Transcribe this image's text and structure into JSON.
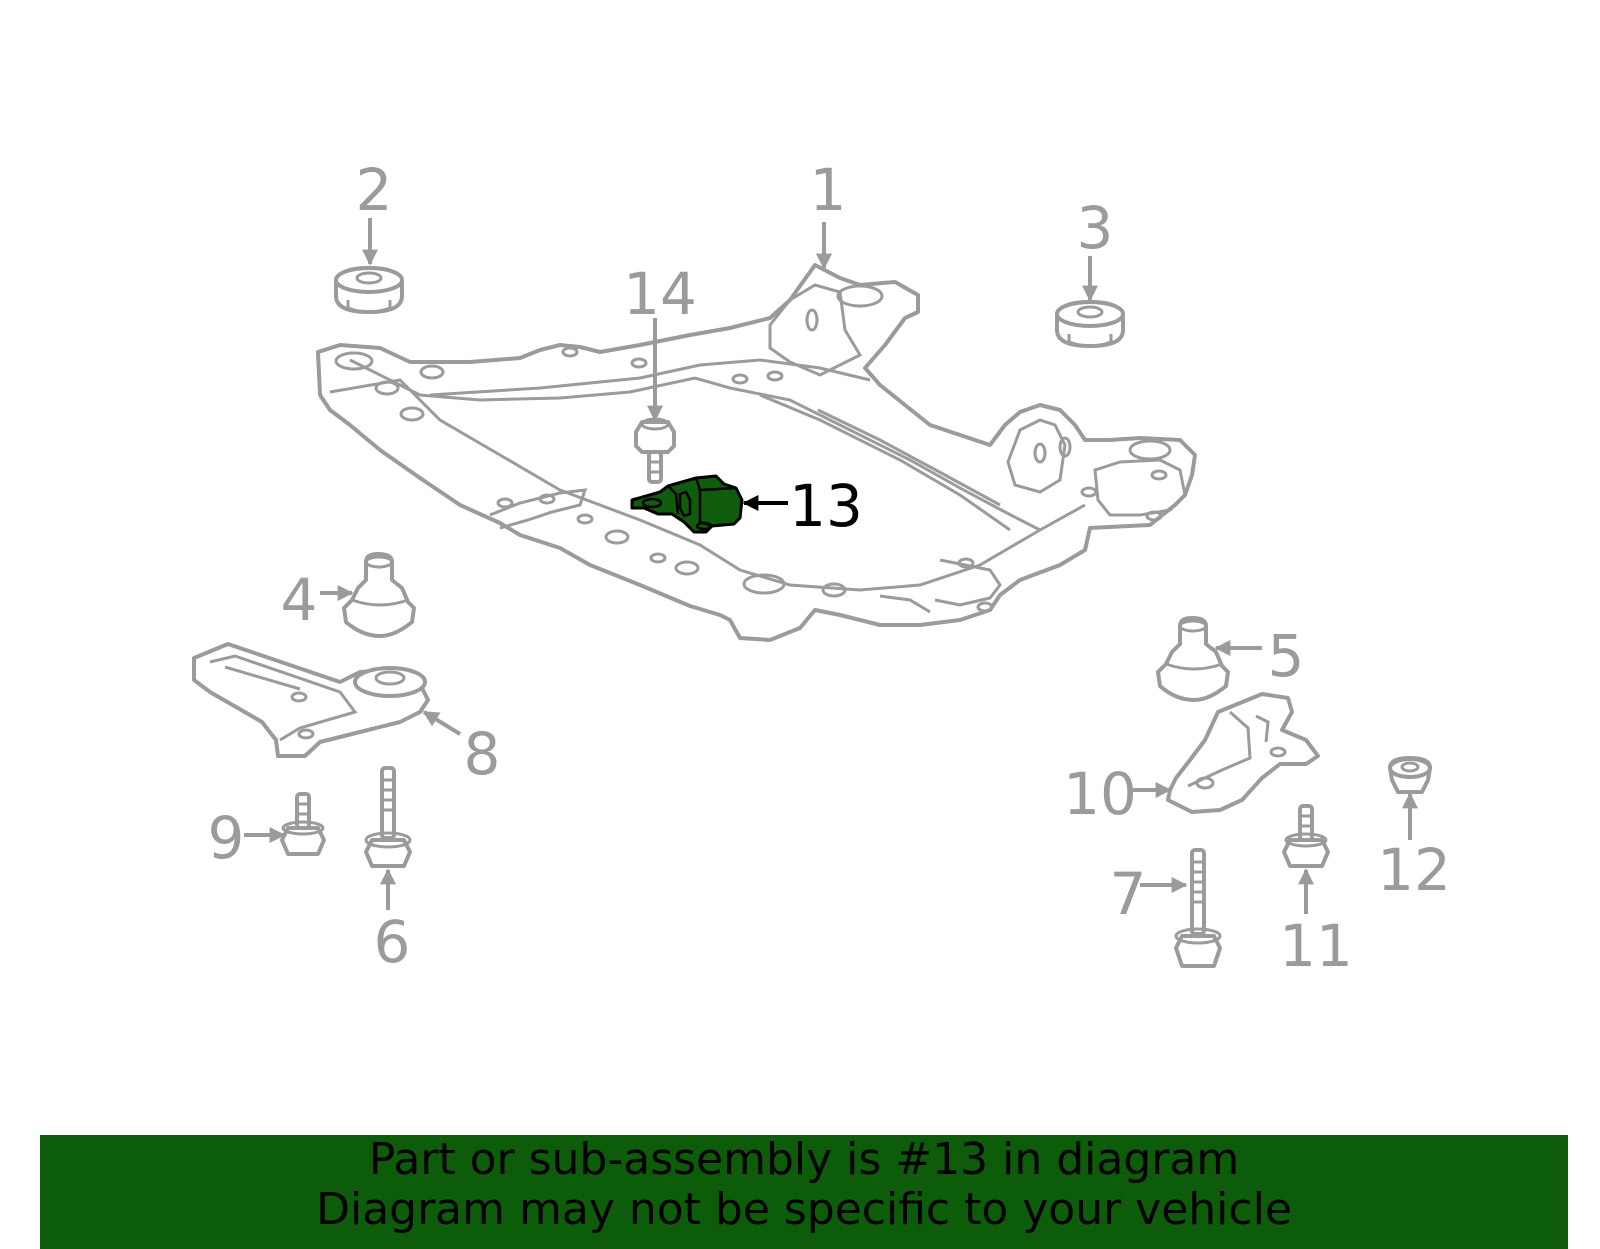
{
  "colors": {
    "part_gray": "#9b9b9b",
    "highlight_fill": "#0f5c0d",
    "highlight_label": "#000000",
    "banner_background": "#0d5c0a"
  },
  "callouts": {
    "c1": "1",
    "c2": "2",
    "c3": "3",
    "c4": "4",
    "c5": "5",
    "c6": "6",
    "c7": "7",
    "c8": "8",
    "c9": "9",
    "c10": "10",
    "c11": "11",
    "c12": "12",
    "c13": "13",
    "c14": "14"
  },
  "highlighted_part": "13",
  "banner": {
    "line1": "Part or sub-assembly is #13 in diagram",
    "line2": "Diagram may not be specific to your vehicle"
  }
}
